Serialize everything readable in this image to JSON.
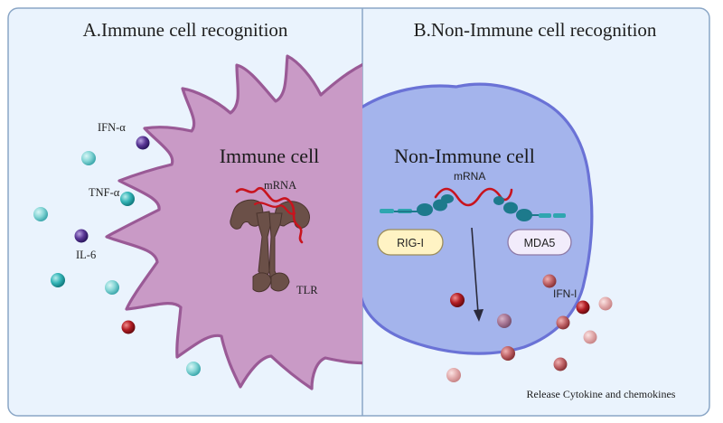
{
  "panels": {
    "left_title": "A.Immune cell recognition",
    "right_title": "B.Non-Immune cell recognition"
  },
  "immune": {
    "cell_label": "Immune cell",
    "mrna_label": "mRNA",
    "receptor_label": "TLR",
    "cytokines": {
      "ifn_alpha": "IFN-α",
      "tnf_alpha": "TNF-α",
      "il6": "IL-6"
    }
  },
  "non_immune": {
    "cell_label": "Non-Immune cell",
    "mrna_label": "mRNA",
    "sensor_left": "RIG-I",
    "sensor_right": "MDA5",
    "ifn_label": "IFN-l",
    "release_label": "Release Cytokine and chemokines"
  },
  "colors": {
    "panel_bg": "#eaf3fd",
    "panel_border": "#8aa6c6",
    "immune_cell_fill": "#c99ac6",
    "immune_cell_border": "#9a5a96",
    "nonimmune_cell_fill": "#a4b4ec",
    "nonimmune_cell_border": "#6a72d6",
    "rna": "#c8141e",
    "tlr": "#6b5048",
    "cyan_ball": "#7fd3d3",
    "purple_ball": "#54348c",
    "red_ball": "#a8141c",
    "sensor_chain": "#1d7a8c"
  }
}
